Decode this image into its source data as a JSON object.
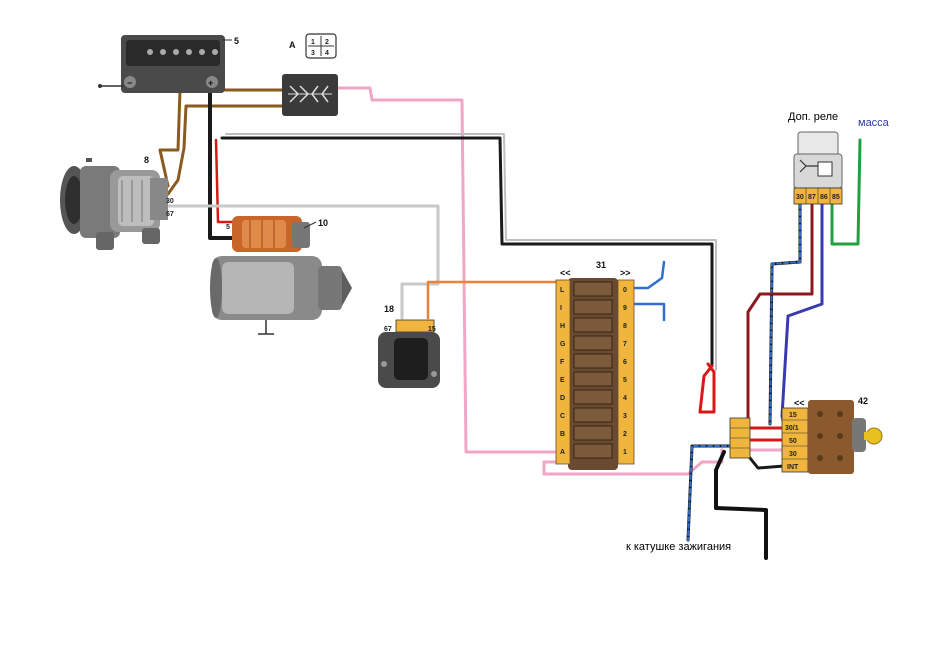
{
  "labels": {
    "battery_num": "5",
    "alternator_num": "8",
    "starter_num": "10",
    "regulator_num": "18",
    "fusebox_num": "31",
    "ignition_switch_num": "42",
    "connector_a": "A",
    "relay_title": "Доп. реле",
    "ground_label": "масса",
    "coil_label": "к катушке зажигания"
  },
  "connector_a_pins": [
    "1",
    "2",
    "3",
    "4"
  ],
  "alternator_terminals": [
    "30",
    "67"
  ],
  "starter_terminal": "5",
  "regulator_terminals": [
    "67",
    "15"
  ],
  "relay_pins": [
    "30",
    "87",
    "86",
    "85"
  ],
  "fuse_letters": [
    "A",
    "B",
    "C",
    "D",
    "E",
    "F",
    "G",
    "H",
    "I",
    "L"
  ],
  "fuse_numbers": [
    "0",
    "9",
    "8",
    "7",
    "6",
    "5",
    "4",
    "3",
    "2",
    "1"
  ],
  "ignition_terminals": [
    "15",
    "30/1",
    "50",
    "30",
    "INT"
  ],
  "battery_signs": [
    "−",
    "+"
  ],
  "colors": {
    "brown_wire": "#8a5a1e",
    "black_wire": "#1a1a1a",
    "pink_wire": "#f2a6c6",
    "gray_wire": "#c8c8c8",
    "orange_wire": "#e8843a",
    "red_wire": "#d81818",
    "dark_red_wire": "#8e1820",
    "blue_wire": "#2e6fd0",
    "navy_wire": "#3a3ab0",
    "green_wire": "#22a040",
    "connector_yellow": "#f0b53c",
    "fusebox_body": "#6a4a30"
  }
}
